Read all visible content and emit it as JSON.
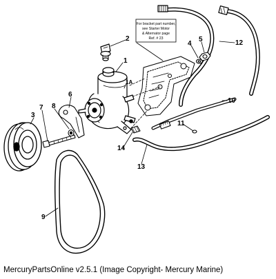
{
  "diagram": {
    "note_lines": [
      "For bracket part number,",
      "see Starter Motor",
      "& Alternator page",
      "Ref. # 23"
    ],
    "callouts": [
      "1",
      "1A",
      "2",
      "3",
      "4",
      "5",
      "6",
      "7",
      "8",
      "9",
      "10",
      "11",
      "12",
      "13",
      "14"
    ]
  },
  "caption": "MercuryPartsOnline v2.5.1 (Image Copyright- Mercury Marine)"
}
